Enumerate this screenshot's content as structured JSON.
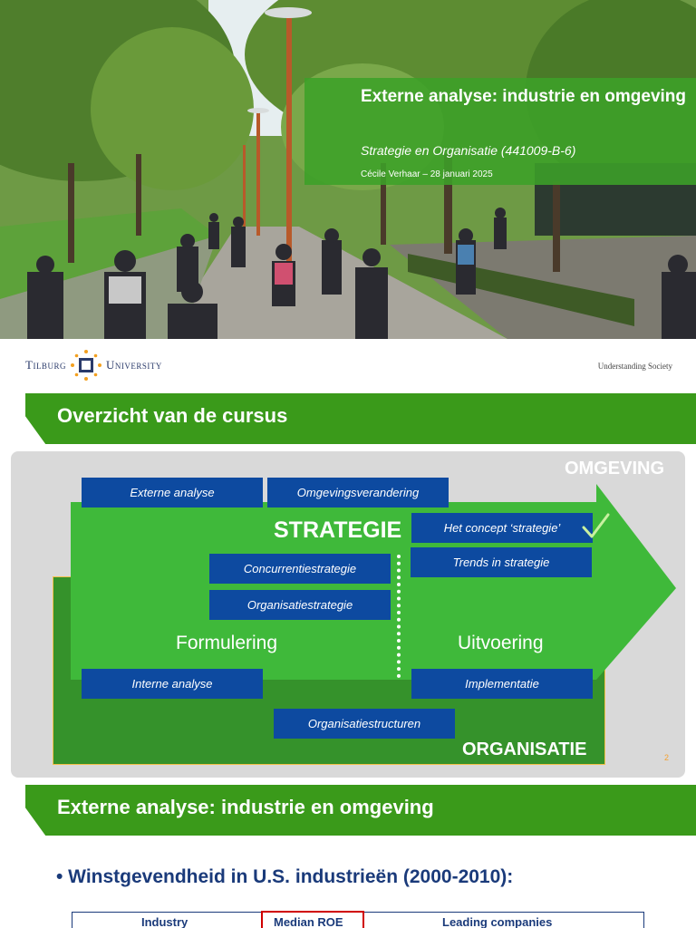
{
  "slide1": {
    "title": "Externe analyse: industrie en omgeving",
    "subtitle": "Strategie en Organisatie (441009-B-6)",
    "author_date": "Cécile Verhaar – 28 januari 2025",
    "logo_left": "Tilburg",
    "logo_right": "University",
    "tagline": "Understanding Society"
  },
  "slide2": {
    "title": "Overzicht van de cursus",
    "label_omgeving": "OMGEVING",
    "label_organisatie": "ORGANISATIE",
    "label_strategie": "STRATEGIE",
    "label_formulering": "Formulering",
    "label_uitvoering": "Uitvoering",
    "boxes": {
      "externe_analyse": "Externe analyse",
      "omgevingsverandering": "Omgevingsverandering",
      "concept_strategie": "Het concept ‘strategie’",
      "trends": "Trends in strategie",
      "concurrentiestrategie": "Concurrentiestrategie",
      "organisatiestrategie": "Organisatiestrategie",
      "interne_analyse": "Interne analyse",
      "implementatie": "Implementatie",
      "organisatiestructuren": "Organisatiestructuren"
    },
    "page_number": "2",
    "colors": {
      "green": "#3a9a1a",
      "arrow_green": "#3fb93a",
      "box_blue": "#0d4aa0",
      "grey": "#d9d9d9"
    }
  },
  "slide3": {
    "title": "Externe analyse: industrie en omgeving",
    "bullet": "• Winstgevendheid in U.S. industrieën (2000-2010):",
    "table_headers": [
      "Industry",
      "Median ROE",
      "Leading companies"
    ]
  }
}
